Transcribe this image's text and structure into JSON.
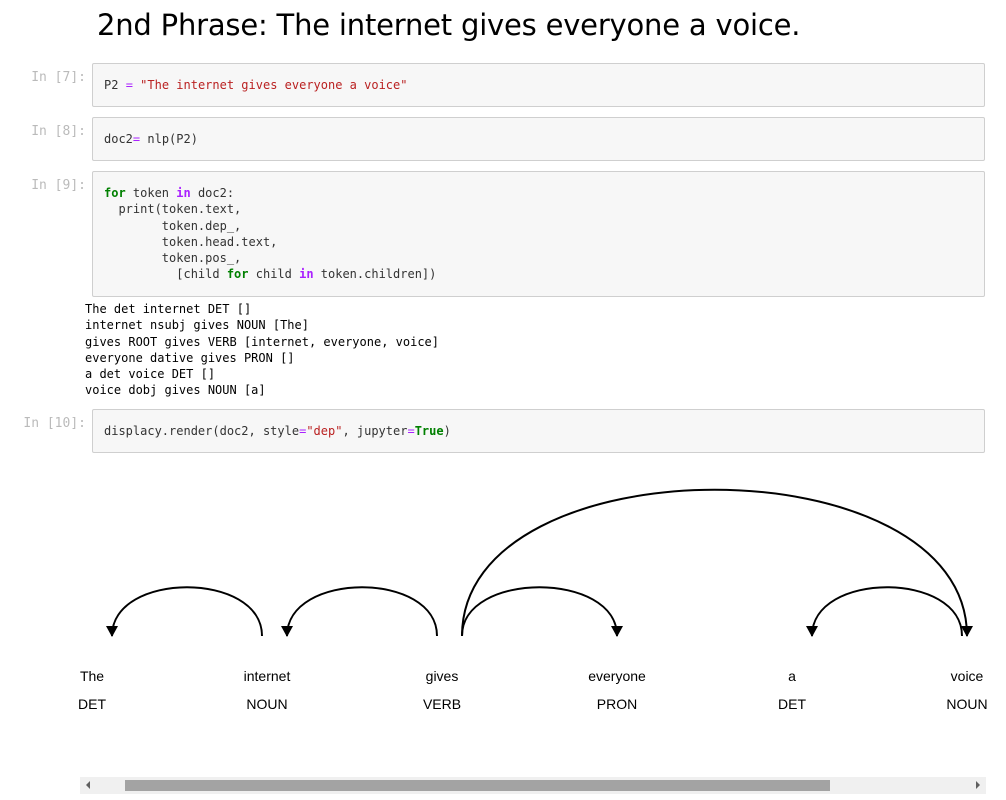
{
  "heading": "2nd Phrase: The internet gives everyone a voice.",
  "cells": [
    {
      "prompt": "In [7]:",
      "code_lines": [
        "P2 = \"The internet gives everyone a voice\""
      ]
    },
    {
      "prompt": "In [8]:",
      "code_lines": [
        "doc2= nlp(P2)"
      ]
    },
    {
      "prompt": "In [9]:",
      "code_lines": [
        "for token in doc2:",
        "  print(token.text,",
        "        token.dep_,",
        "        token.head.text,",
        "        token.pos_,",
        "          [child for child in token.children])"
      ]
    },
    {
      "prompt": "In [10]:",
      "code_lines": [
        "displacy.render(doc2, style=\"dep\", jupyter=True)"
      ]
    }
  ],
  "output_lines": [
    "The det internet DET []",
    "internet nsubj gives NOUN [The]",
    "gives ROOT gives VERB [internet, everyone, voice]",
    "everyone dative gives PRON []",
    "a det voice DET []",
    "voice dobj gives NOUN [a]"
  ],
  "dep_tokens": [
    {
      "text": "The",
      "tag": "DET"
    },
    {
      "text": "internet",
      "tag": "NOUN"
    },
    {
      "text": "gives",
      "tag": "VERB"
    },
    {
      "text": "everyone",
      "tag": "PRON"
    },
    {
      "text": "a",
      "tag": "DET"
    },
    {
      "text": "voice",
      "tag": "NOUN"
    }
  ],
  "dep_arcs": [
    {
      "head": 1,
      "dep": 0
    },
    {
      "head": 2,
      "dep": 1
    },
    {
      "head": 2,
      "dep": 3
    },
    {
      "head": 2,
      "dep": 5
    },
    {
      "head": 5,
      "dep": 4
    }
  ],
  "colors": {
    "prompt": "#9e9e9e",
    "cell_bg": "#f7f7f7",
    "cell_border": "#cfcfcf",
    "string": "#ba2121",
    "keyword": "#008000"
  }
}
